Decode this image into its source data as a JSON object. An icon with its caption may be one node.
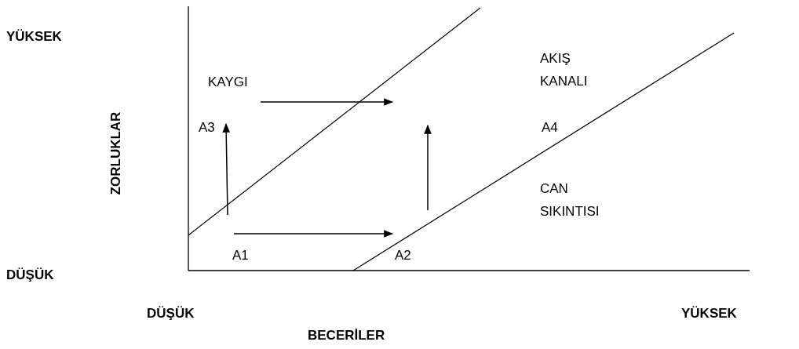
{
  "diagram": {
    "labels": [
      "YÜKSEK",
      "AKIŞ KANALI",
      "KAYGI",
      "ZORLUKLAR",
      "A3",
      "A4",
      "CAN SIKINTISI",
      "A1",
      "A2",
      "DÜŞÜK",
      "DÜŞÜK",
      "YÜKSEK",
      "BECERİLER"
    ]
  }
}
